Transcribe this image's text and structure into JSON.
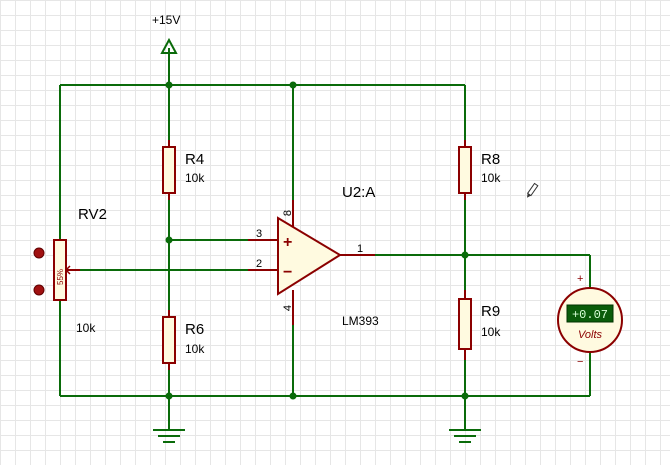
{
  "power_label": "+15V",
  "components": {
    "rv2": {
      "name": "RV2",
      "value": "10k",
      "percent": "55%"
    },
    "r4": {
      "name": "R4",
      "value": "10k"
    },
    "r6": {
      "name": "R6",
      "value": "10k"
    },
    "r8": {
      "name": "R8",
      "value": "10k"
    },
    "r9": {
      "name": "R9",
      "value": "10k"
    },
    "u2": {
      "name": "U2:A",
      "part": "LM393",
      "pin_plus": "3",
      "pin_minus": "2",
      "pin_out": "1",
      "pin_vcc": "8",
      "pin_gnd": "4",
      "plus_sym": "+",
      "minus_sym": "−"
    }
  },
  "voltmeter": {
    "reading": "+0.07",
    "unit": "Volts",
    "plus": "+",
    "minus": "−"
  },
  "colors": {
    "wire": "#0a6b0a",
    "part": "#8b0000",
    "fill": "#fffae0",
    "meter_display": "#0a5c0a"
  }
}
